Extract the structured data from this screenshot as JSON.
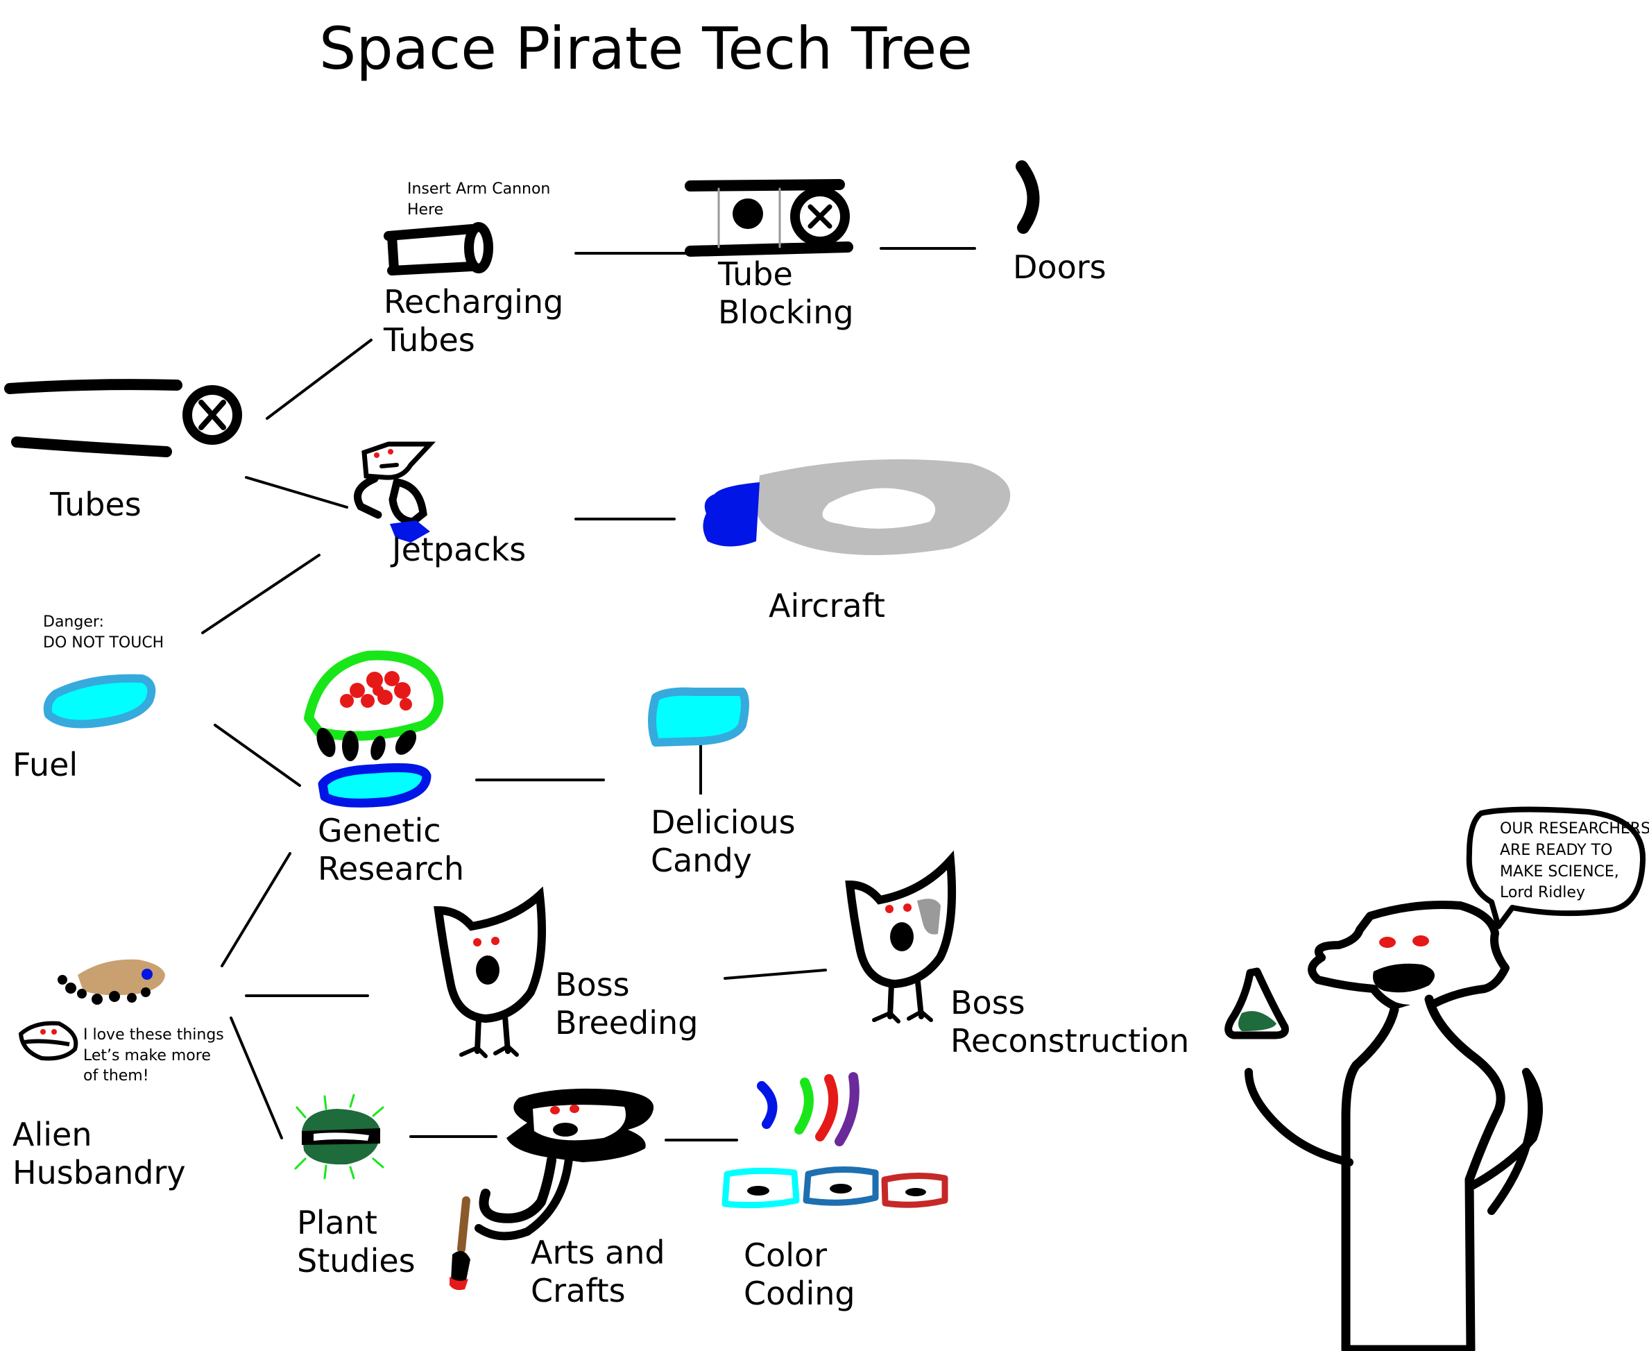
{
  "title": "Space Pirate Tech Tree",
  "nodes": {
    "tubes": {
      "label": [
        "Tubes"
      ]
    },
    "recharging_tubes": {
      "label": [
        "Recharging",
        "Tubes"
      ],
      "note": [
        "Insert Arm Cannon",
        "Here"
      ]
    },
    "tube_blocking": {
      "label": [
        "Tube",
        "Blocking"
      ]
    },
    "doors": {
      "label": [
        "Doors"
      ]
    },
    "jetpacks": {
      "label": [
        "Jetpacks"
      ]
    },
    "aircraft": {
      "label": [
        "Aircraft"
      ]
    },
    "fuel": {
      "label": [
        "Fuel"
      ],
      "note": [
        "Danger:",
        "DO NOT TOUCH"
      ]
    },
    "genetic_research": {
      "label": [
        "Genetic",
        "Research"
      ]
    },
    "delicious_candy": {
      "label": [
        "Delicious",
        "Candy"
      ]
    },
    "alien_husbandry": {
      "label": [
        "Alien",
        "Husbandry"
      ],
      "note": [
        "I love these things",
        "Let’s make more",
        "of them!"
      ]
    },
    "boss_breeding": {
      "label": [
        "Boss",
        "Breeding"
      ]
    },
    "boss_reconstruction": {
      "label": [
        "Boss",
        "Reconstruction"
      ]
    },
    "plant_studies": {
      "label": [
        "Plant",
        "Studies"
      ]
    },
    "arts_and_crafts": {
      "label": [
        "Arts and",
        "Crafts"
      ]
    },
    "color_coding": {
      "label": [
        "Color",
        "Coding"
      ]
    }
  },
  "speech_bubble": [
    "OUR RESEARCHERS",
    "ARE READY TO",
    "MAKE SCIENCE,",
    "Lord Ridley"
  ],
  "connections": [
    [
      "tubes",
      "recharging_tubes"
    ],
    [
      "tubes",
      "jetpacks"
    ],
    [
      "recharging_tubes",
      "tube_blocking"
    ],
    [
      "tube_blocking",
      "doors"
    ],
    [
      "jetpacks",
      "aircraft"
    ],
    [
      "fuel",
      "jetpacks"
    ],
    [
      "fuel",
      "genetic_research"
    ],
    [
      "genetic_research",
      "delicious_candy"
    ],
    [
      "alien_husbandry",
      "genetic_research"
    ],
    [
      "alien_husbandry",
      "boss_breeding"
    ],
    [
      "alien_husbandry",
      "plant_studies"
    ],
    [
      "boss_breeding",
      "boss_reconstruction"
    ],
    [
      "plant_studies",
      "arts_and_crafts"
    ],
    [
      "arts_and_crafts",
      "color_coding"
    ]
  ],
  "colors": {
    "ink": "#000000",
    "cyan": "#00ffff",
    "sky_blue": "#36aadd",
    "royal_blue": "#0015e6",
    "red": "#e61919",
    "green": "#19e619",
    "dark_green": "#1e6b3c",
    "gray": "#bdbdbd",
    "tan": "#c9a070",
    "purple": "#6a2a9a",
    "brown": "#8b5a2b"
  }
}
